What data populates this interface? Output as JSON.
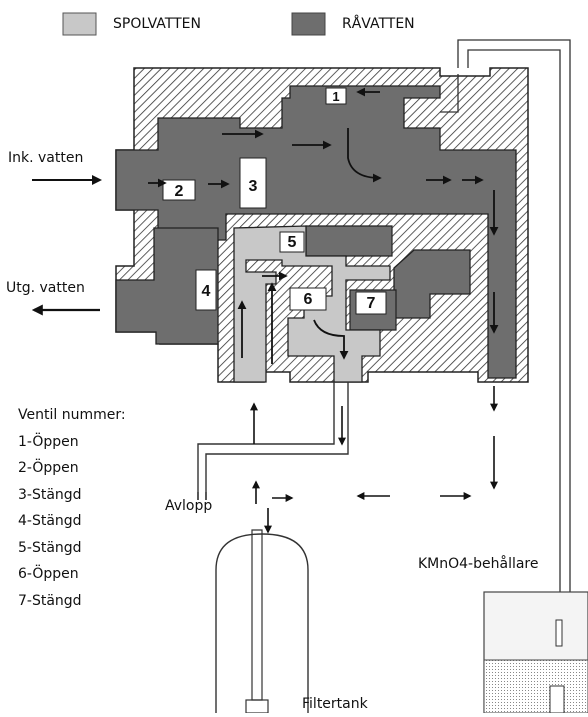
{
  "legend": {
    "rinse": {
      "label": "SPOLVATTEN",
      "color": "#c8c8c8"
    },
    "raw": {
      "label": "RÅVATTEN",
      "color": "#6e6e6e"
    }
  },
  "labels": {
    "inlet": "Ink. vatten",
    "outlet": "Utg. vatten",
    "drain": "Avlopp",
    "kmno4": "KMnO4-behållare",
    "filter": "Filtertank"
  },
  "valves": {
    "title": "Ventil nummer:",
    "numbers": [
      "1",
      "2",
      "3",
      "4",
      "5",
      "6",
      "7"
    ],
    "items": [
      "1-Öppen",
      "2-Öppen",
      "3-Stängd",
      "4-Stängd",
      "5-Stängd",
      "6-Öppen",
      "7-Stängd"
    ]
  }
}
